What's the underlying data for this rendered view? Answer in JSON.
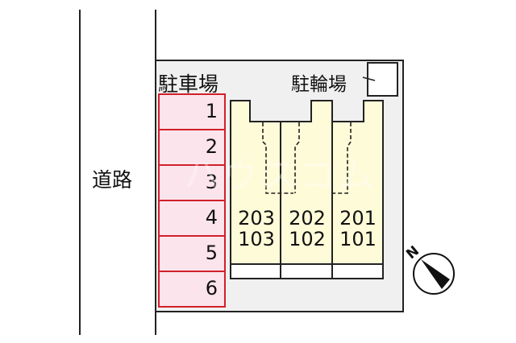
{
  "road": {
    "label": "道路"
  },
  "parking": {
    "label": "駐車場",
    "slots": [
      "1",
      "2",
      "3",
      "4",
      "5",
      "6"
    ],
    "fill": "#fce4ec",
    "border": "#d0202a"
  },
  "bicycle_parking": {
    "label": "駐輪場"
  },
  "building": {
    "fill": "#fdfbd8",
    "units": [
      {
        "upper": "203",
        "lower": "103"
      },
      {
        "upper": "202",
        "lower": "102"
      },
      {
        "upper": "201",
        "lower": "101"
      }
    ]
  },
  "compass": {
    "label": "N"
  },
  "watermark": "ハウスコム"
}
